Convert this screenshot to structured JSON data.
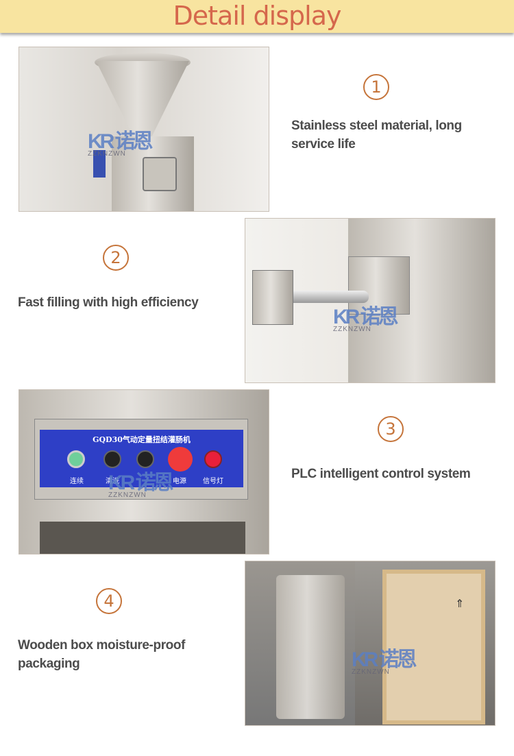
{
  "header": {
    "title": "Detail display",
    "background": "#f8e4a0",
    "color": "#d5674c"
  },
  "watermark": {
    "logo": "KR",
    "cn": "诺恩",
    "en": "ZZKNZWN"
  },
  "features": [
    {
      "number": "1",
      "text": "Stainless steel material, long service life"
    },
    {
      "number": "2",
      "text": "Fast filling with high efficiency"
    },
    {
      "number": "3",
      "text": "PLC intelligent control system"
    },
    {
      "number": "4",
      "text": "Wooden box moisture-proof packaging"
    }
  ],
  "control_panel": {
    "title": "GQD30气动定量扭结灌肠机",
    "labels": [
      "连续",
      "清洗",
      "电源",
      "信号灯"
    ]
  },
  "accent": "#c5743a"
}
